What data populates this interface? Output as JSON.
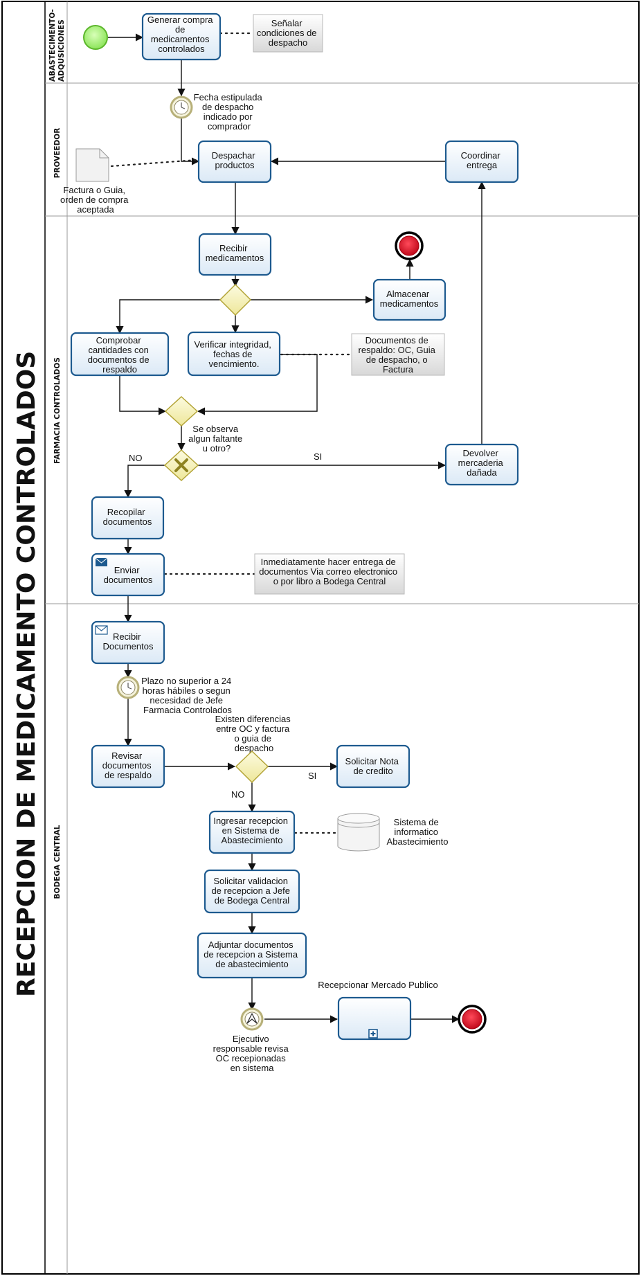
{
  "title": "RECEPCION DE MEDICAMENTO CONTROLADOS",
  "lanes": [
    {
      "label": "ABASTECIMENTO-",
      "label2": "ADQUSICIONES"
    },
    {
      "label": "PROVEEDOR"
    },
    {
      "label": "FARMACIA CONTROLADOS"
    },
    {
      "label": "BODEGA CENTRAL"
    }
  ],
  "tasks": {
    "generar_compra": [
      "Generar compra",
      "de",
      "medicamentos",
      "controlados"
    ],
    "despachar": [
      "Despachar",
      "productos"
    ],
    "coordinar": [
      "Coordinar",
      "entrega"
    ],
    "recibir_med": [
      "Recibir",
      "medicamentos"
    ],
    "almacenar": [
      "Almacenar",
      "medicamentos"
    ],
    "comprobar": [
      "Comprobar",
      "cantidades con",
      "documentos de",
      "respaldo"
    ],
    "verificar": [
      "Verificar integridad,",
      "fechas de",
      "vencimiento."
    ],
    "devolver": [
      "Devolver",
      "mercaderia",
      "dañada"
    ],
    "recopilar": [
      "Recopilar",
      "documentos"
    ],
    "enviar": [
      "Enviar",
      "documentos"
    ],
    "recibir_doc": [
      "Recibir",
      "Documentos"
    ],
    "revisar": [
      "Revisar",
      "documentos",
      "de respaldo"
    ],
    "nota_credito": [
      "Solicitar Nota",
      "de credito"
    ],
    "ingresar": [
      "Ingresar recepcion",
      "en Sistema de",
      "Abastecimiento"
    ],
    "solicitar_val": [
      "Solicitar validacion",
      "de  recepcion a Jefe",
      "de Bodega Central"
    ],
    "adjuntar": [
      "Adjuntar documentos",
      "de recepcion a Sistema",
      "de abastecimiento"
    ],
    "mercado": "Recepcionar Mercado Publico"
  },
  "annotations": {
    "senalar": [
      "Señalar",
      "condiciones de",
      "despacho"
    ],
    "documentos_respaldo": [
      "Documentos de",
      "respaldo: OC, Guia",
      "de despacho, o",
      "Factura"
    ],
    "inmediatamente": [
      "Inmediatamente hacer entrega de",
      "documentos Via correo electronico",
      "o por libro a Bodega Central"
    ]
  },
  "event_labels": {
    "fecha": [
      "Fecha estipulada",
      "de despacho",
      "indicado por",
      "comprador"
    ],
    "plazo": [
      "Plazo no superior a 24",
      "horas hábiles o segun",
      "necesidad de Jefe",
      "Farmacia Controlados"
    ],
    "ejecutivo": [
      "Ejecutivo",
      "responsable revisa",
      "OC recepionadas",
      "en sistema"
    ]
  },
  "documents": {
    "factura": [
      "Factura o Guia,",
      "orden de compra",
      "aceptada"
    ],
    "sistema": [
      "Sistema de",
      "informatico",
      "Abastecimiento"
    ]
  },
  "gateway_labels": {
    "faltante": [
      "Se observa",
      "algun faltante",
      "u otro?"
    ],
    "diferencias": [
      "Existen diferencias",
      "entre OC y factura",
      "o guia de",
      "despacho"
    ]
  },
  "flow_labels": {
    "no1": "NO",
    "si1": "SI",
    "si2": "SI",
    "no2": "NO"
  },
  "colors": {
    "task_border": "#1d5a8f",
    "task_fill_top": "#ffffff",
    "task_fill_bottom": "#dbe9f6",
    "gateway_fill": "#f4f0a3",
    "gateway_stroke": "#b3a437",
    "start_fill": "#9df06b",
    "end_fill": "#d0001b",
    "timer_ring": "#b7b079"
  }
}
